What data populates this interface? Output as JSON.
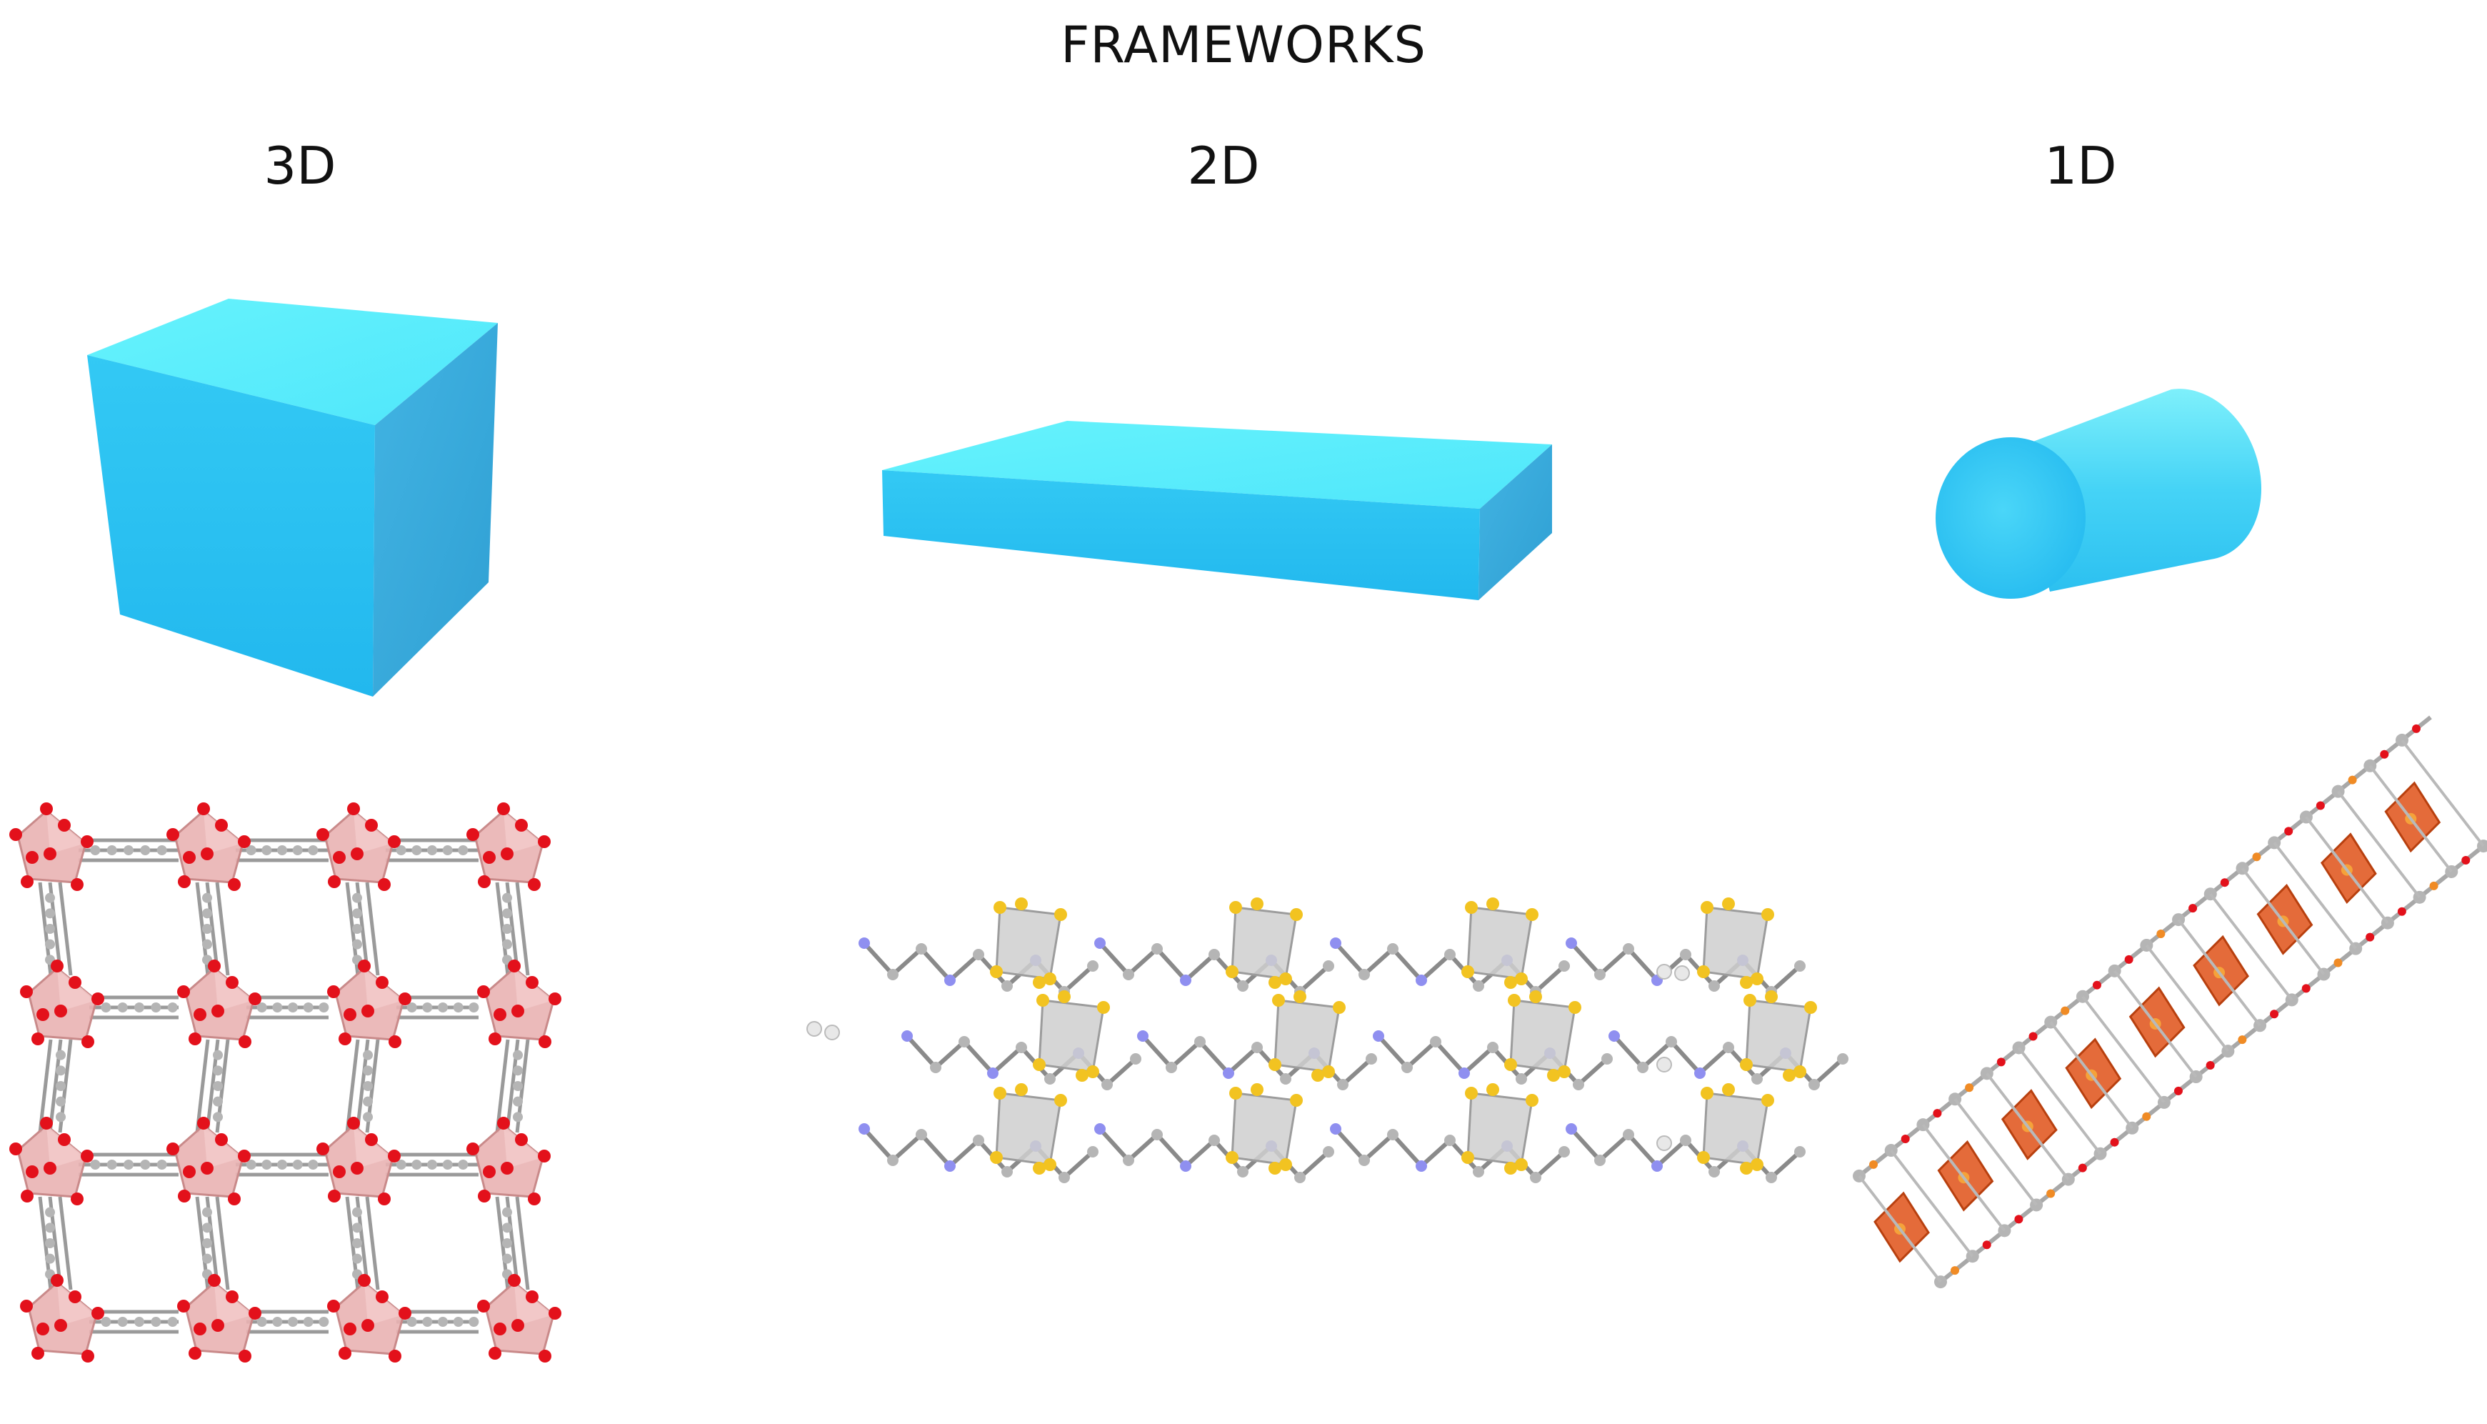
{
  "figure": {
    "title": "FRAMEWORKS",
    "columns": [
      {
        "label": "3D",
        "shape": "cube",
        "structure": "3D framework crystal structure"
      },
      {
        "label": "2D",
        "shape": "slab",
        "structure": "2D layered framework crystal structure"
      },
      {
        "label": "1D",
        "shape": "cylinder",
        "structure": "1D chain framework crystal structure"
      }
    ]
  },
  "colors": {
    "shape_top": "#5ef0fb",
    "shape_front": "#28bdf0",
    "shape_side": "#3ca8d8",
    "oxygen": "#e3111b",
    "carbon": "#b5b5b5",
    "pink_polyhedra": "#e9b3b3",
    "sulfur": "#f2c321",
    "nitrogen": "#8f8ff0",
    "grey_polyhedra": "#cfcfcf",
    "orange_polyhedra": "#e0561f"
  }
}
